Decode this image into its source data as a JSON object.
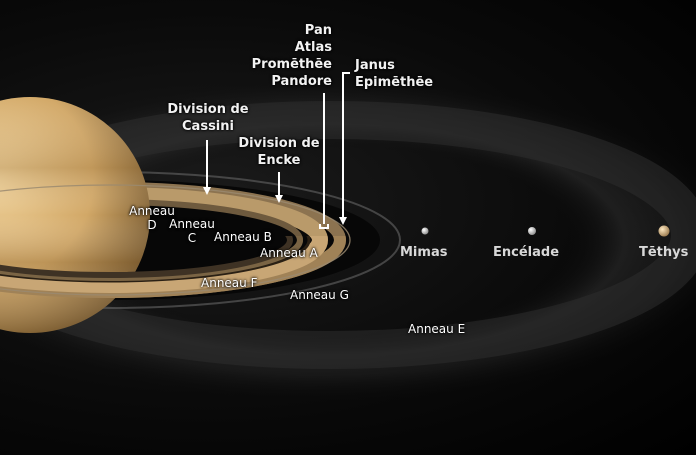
{
  "labels": {
    "pan": "Pan",
    "atlas": "Atlas",
    "promethee": "Promēthēe",
    "pandore": "Pandore",
    "janus": "Janus",
    "epimethee": "Epimēthēe",
    "cassini_1": "Division de",
    "cassini_2": "Cassini",
    "encke_1": "Division de",
    "encke_2": "Encke",
    "ring_d_1": "Anneau",
    "ring_d_2": "D",
    "ring_c_1": "Anneau",
    "ring_c_2": "C",
    "ring_b": "Anneau B",
    "ring_a": "Anneau A",
    "ring_f": "Anneau F",
    "ring_g": "Anneau G",
    "ring_e": "Anneau E",
    "mimas": "Mimas",
    "encelade": "Encélade",
    "tethys": "Tēthys"
  },
  "colors": {
    "planet": "#d9b47a",
    "rings": "#b79566",
    "e_ring": "#3a3a3a",
    "arrow": "#ffffff"
  }
}
